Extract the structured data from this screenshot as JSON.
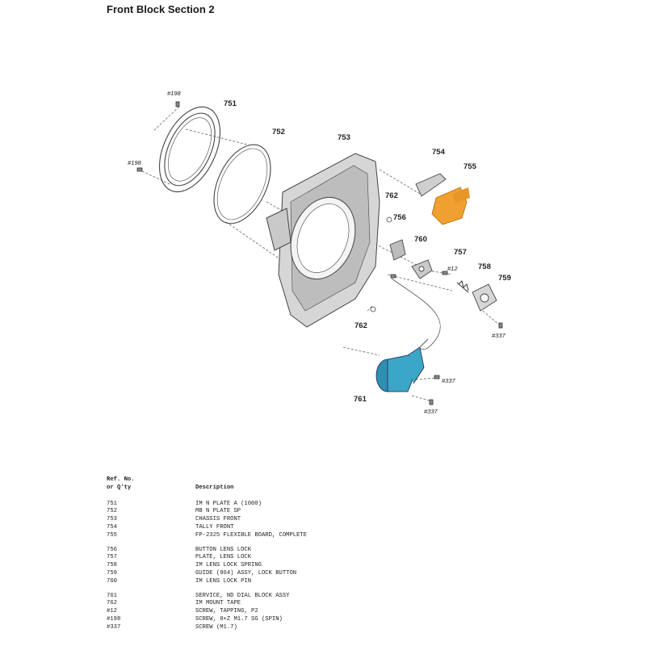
{
  "page": {
    "title": "Front Block Section 2"
  },
  "diagram": {
    "callouts": {
      "c751": "751",
      "c752": "752",
      "c753": "753",
      "c754": "754",
      "c755": "755",
      "c756": "756",
      "c757": "757",
      "c758": "758",
      "c759": "759",
      "c760": "760",
      "c761": "761",
      "c762a": "762",
      "c762b": "762",
      "s198a": "#198",
      "s198b": "#198",
      "s12": "#12",
      "s337a": "#337",
      "s337b": "#337",
      "s337c": "#337"
    },
    "colors": {
      "flex_board": "#f0a030",
      "nd_dial": "#3aa6c8",
      "line": "#555555"
    }
  },
  "parts_list": {
    "header_ref_line1": "Ref. No.",
    "header_ref_line2": "or Q'ty",
    "header_desc": "Description",
    "groups": [
      [
        {
          "ref": "751",
          "desc": "IM N PLATE A (1000)"
        },
        {
          "ref": "752",
          "desc": "MB N PLATE SP"
        },
        {
          "ref": "753",
          "desc": "CHASSIS FRONT"
        },
        {
          "ref": "754",
          "desc": "TALLY FRONT"
        },
        {
          "ref": "755",
          "desc": "FP-2325 FLEXIBLE BOARD, COMPLETE"
        }
      ],
      [
        {
          "ref": "756",
          "desc": "BUTTON LENS LOCK"
        },
        {
          "ref": "757",
          "desc": "PLATE, LENS LOCK"
        },
        {
          "ref": "758",
          "desc": "IM LENS LOCK SPRING"
        },
        {
          "ref": "759",
          "desc": "GUIDE (964) ASSY, LOCK BUTTON"
        },
        {
          "ref": "760",
          "desc": "IM LENS LOCK PIN"
        }
      ],
      [
        {
          "ref": "761",
          "desc": "SERVICE, ND DIAL BLOCK ASSY"
        },
        {
          "ref": "762",
          "desc": "IM MOUNT TAPE"
        },
        {
          "ref": "#12",
          "desc": "SCREW, TAPPING, P2"
        },
        {
          "ref": "#198",
          "desc": "SCREW, 0+Z M1.7 SG (SPIN)"
        },
        {
          "ref": "#337",
          "desc": "SCREW (M1.7)"
        }
      ]
    ]
  }
}
